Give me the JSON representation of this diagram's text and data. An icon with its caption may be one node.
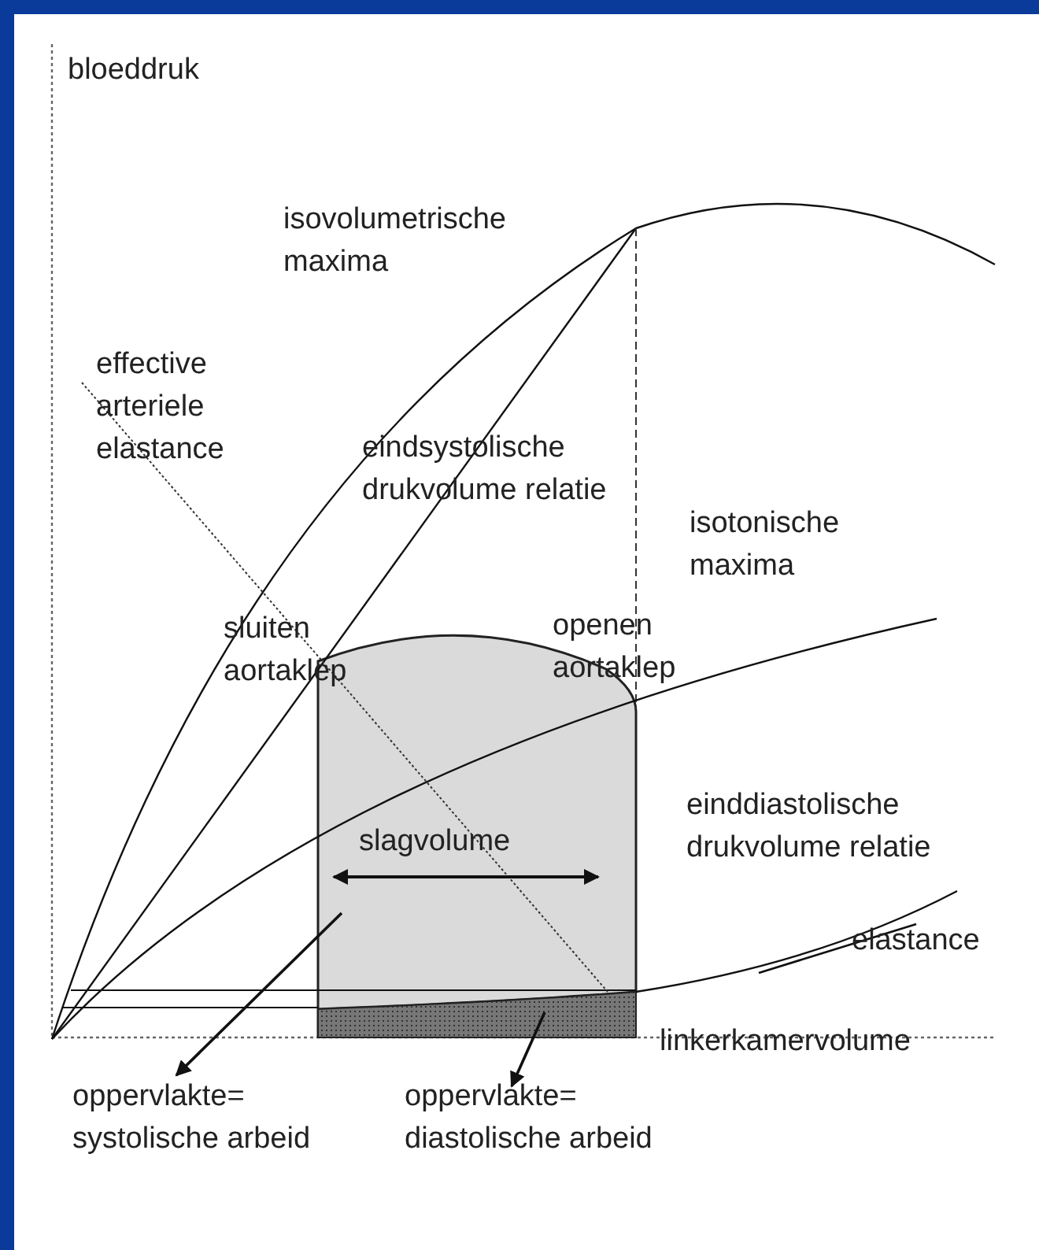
{
  "diagram": {
    "nodes": [
      {
        "text": [],
        "shape": "box"
      },
      {
        "text": [],
        "shape": "bar"
      },
      {
        "text": [
          "oppervlakte= systolische arbeid"
        ]
      },
      {
        "text": [
          "oppervlakte= diastolische arbeid"
        ]
      }
    ],
    "edges": [
      {
        "from": 0,
        "to": 2,
        "arrow": "to"
      },
      {
        "from": 1,
        "to": 3,
        "arrow": "to"
      }
    ],
    "labels": [
      "bloeddruk",
      "isovolumetrische maxima",
      "effective arteriele elastance",
      "eindsystolische drukvolume relatie",
      "isotonische maxima",
      "sluiten aortaklep",
      "openen aortaklep",
      "slagvolume",
      "einddiastolische drukvolume relatie",
      "elastance",
      "linkerkamervolume"
    ]
  }
}
